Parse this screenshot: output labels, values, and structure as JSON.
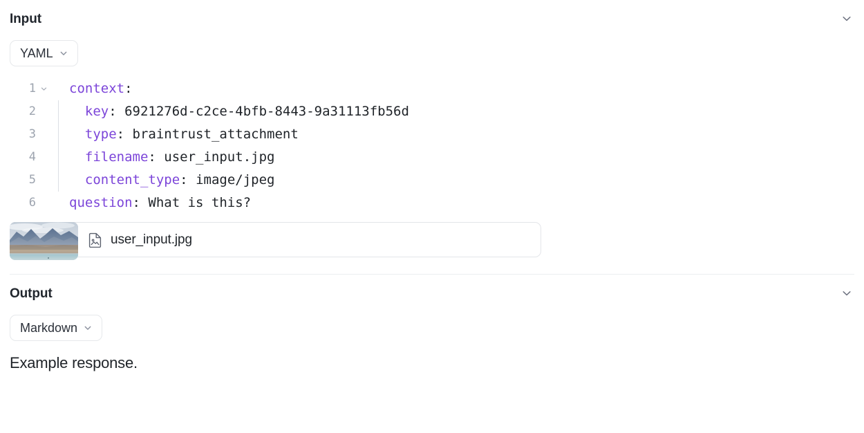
{
  "input_section": {
    "title": "Input",
    "collapse_icon": "chevron-down-icon",
    "format": {
      "label": "YAML",
      "caret_icon": "chevron-down-icon"
    },
    "code": {
      "language": "yaml",
      "lines": [
        {
          "number": "1",
          "foldable": true,
          "indent_guide": false,
          "indent": 0,
          "key": "context",
          "colon": ":",
          "value": ""
        },
        {
          "number": "2",
          "foldable": false,
          "indent_guide": true,
          "indent": 1,
          "key": "key",
          "colon": ":",
          "value": "6921276d-c2ce-4bfb-8443-9a31113fb56d"
        },
        {
          "number": "3",
          "foldable": false,
          "indent_guide": true,
          "indent": 1,
          "key": "type",
          "colon": ":",
          "value": "braintrust_attachment"
        },
        {
          "number": "4",
          "foldable": false,
          "indent_guide": true,
          "indent": 1,
          "key": "filename",
          "colon": ":",
          "value": "user_input.jpg"
        },
        {
          "number": "5",
          "foldable": false,
          "indent_guide": true,
          "indent": 1,
          "key": "content_type",
          "colon": ":",
          "value": "image/jpeg"
        },
        {
          "number": "6",
          "foldable": false,
          "indent_guide": false,
          "indent": 0,
          "key": "question",
          "colon": ":",
          "value": "What is this?"
        }
      ]
    },
    "attachment": {
      "filename": "user_input.jpg",
      "file_icon": "image-file-icon",
      "thumbnail_alt": "mountain-lake-landscape"
    }
  },
  "output_section": {
    "title": "Output",
    "collapse_icon": "chevron-down-icon",
    "format": {
      "label": "Markdown",
      "caret_icon": "chevron-down-icon"
    },
    "body_text": "Example response."
  },
  "colors": {
    "key_purple": "#7c45d9",
    "text": "#1f2328",
    "gutter": "#9ca3ae",
    "border": "#e3e5e9",
    "divider": "#eceef0"
  }
}
